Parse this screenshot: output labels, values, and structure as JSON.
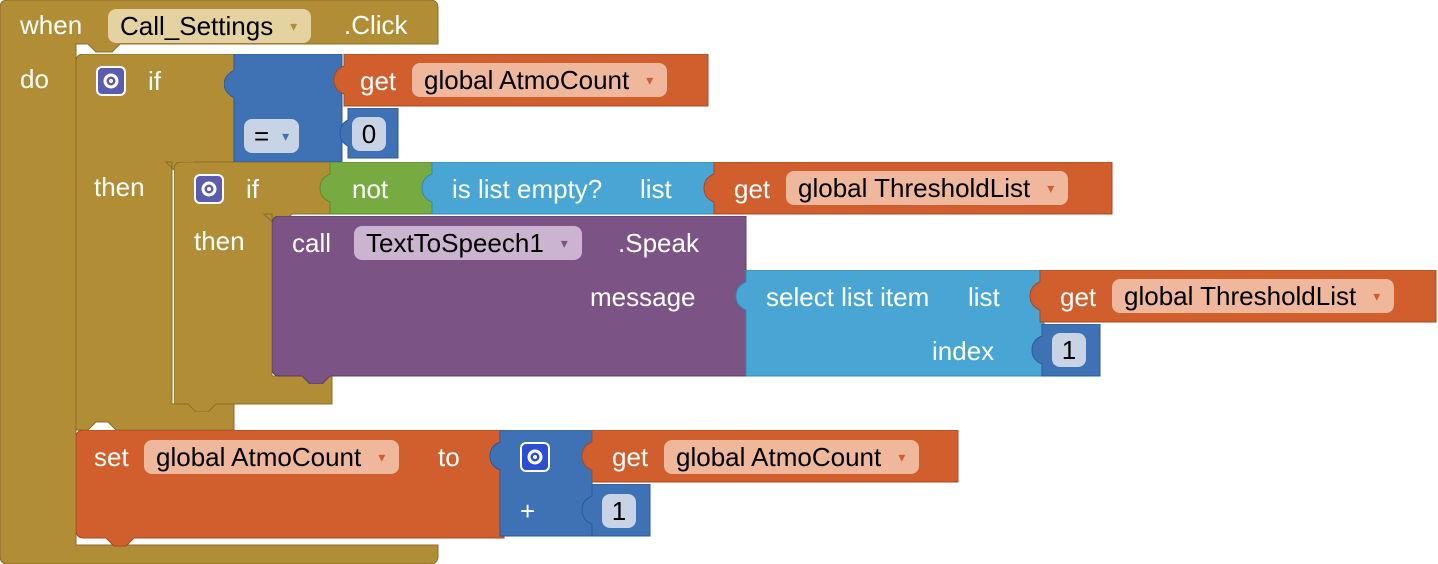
{
  "event": {
    "when_label": "when",
    "component": "Call_Settings",
    "event_name": ".Click",
    "do_label": "do"
  },
  "outer_if": {
    "if_label": "if",
    "then_label": "then",
    "compare_op": "=",
    "get_label": "get",
    "left_var": "global AtmoCount",
    "right_value": "0"
  },
  "inner_if": {
    "if_label": "if",
    "then_label": "then",
    "not_label": "not",
    "is_list_empty_label": "is list empty?",
    "list_label": "list",
    "get_label": "get",
    "list_var": "global ThresholdList"
  },
  "speak": {
    "call_label": "call",
    "component": "TextToSpeech1",
    "method": ".Speak",
    "message_label": "message",
    "select_label": "select list item",
    "list_label": "list",
    "index_label": "index",
    "get_label": "get",
    "list_var": "global ThresholdList",
    "index_value": "1"
  },
  "set_block": {
    "set_label": "set",
    "var": "global AtmoCount",
    "to_label": "to",
    "plus_label": "+",
    "get_label": "get",
    "get_var": "global AtmoCount",
    "add_value": "1"
  },
  "colors": {
    "event": "#b18e35",
    "control": "#b18e35",
    "math": "#3f71b5",
    "logic": "#77ab41",
    "list": "#49a6d4",
    "variable": "#d05f2d",
    "component": "#7c5385"
  },
  "icons": {
    "dropdown": "▾",
    "mutator": "gear-icon"
  }
}
